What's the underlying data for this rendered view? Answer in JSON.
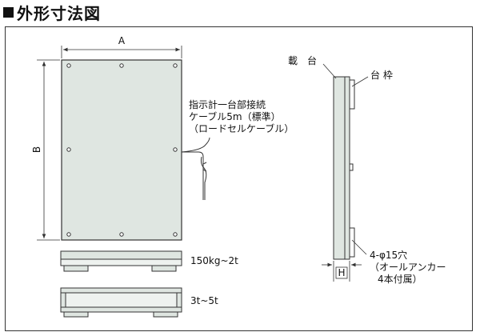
{
  "heading": {
    "title": "外形寸法図"
  },
  "dims": {
    "a": "A",
    "b": "B",
    "h": "H"
  },
  "cable_note": {
    "line1": "指示計一台部接続",
    "line2": "ケーブル5m（標準）",
    "line3": "（ロードセルケーブル）"
  },
  "side_view": {
    "platform_label": "載　台",
    "frame_label": "台 枠",
    "hole_line1": "4-φ15穴",
    "hole_line2": "（オールアンカー",
    "hole_line3": "4本付属）"
  },
  "models": {
    "small": "150kg~2t",
    "large": "3t~5t"
  },
  "colors": {
    "plate_fill": "#dfe6e1",
    "line": "#333333"
  }
}
